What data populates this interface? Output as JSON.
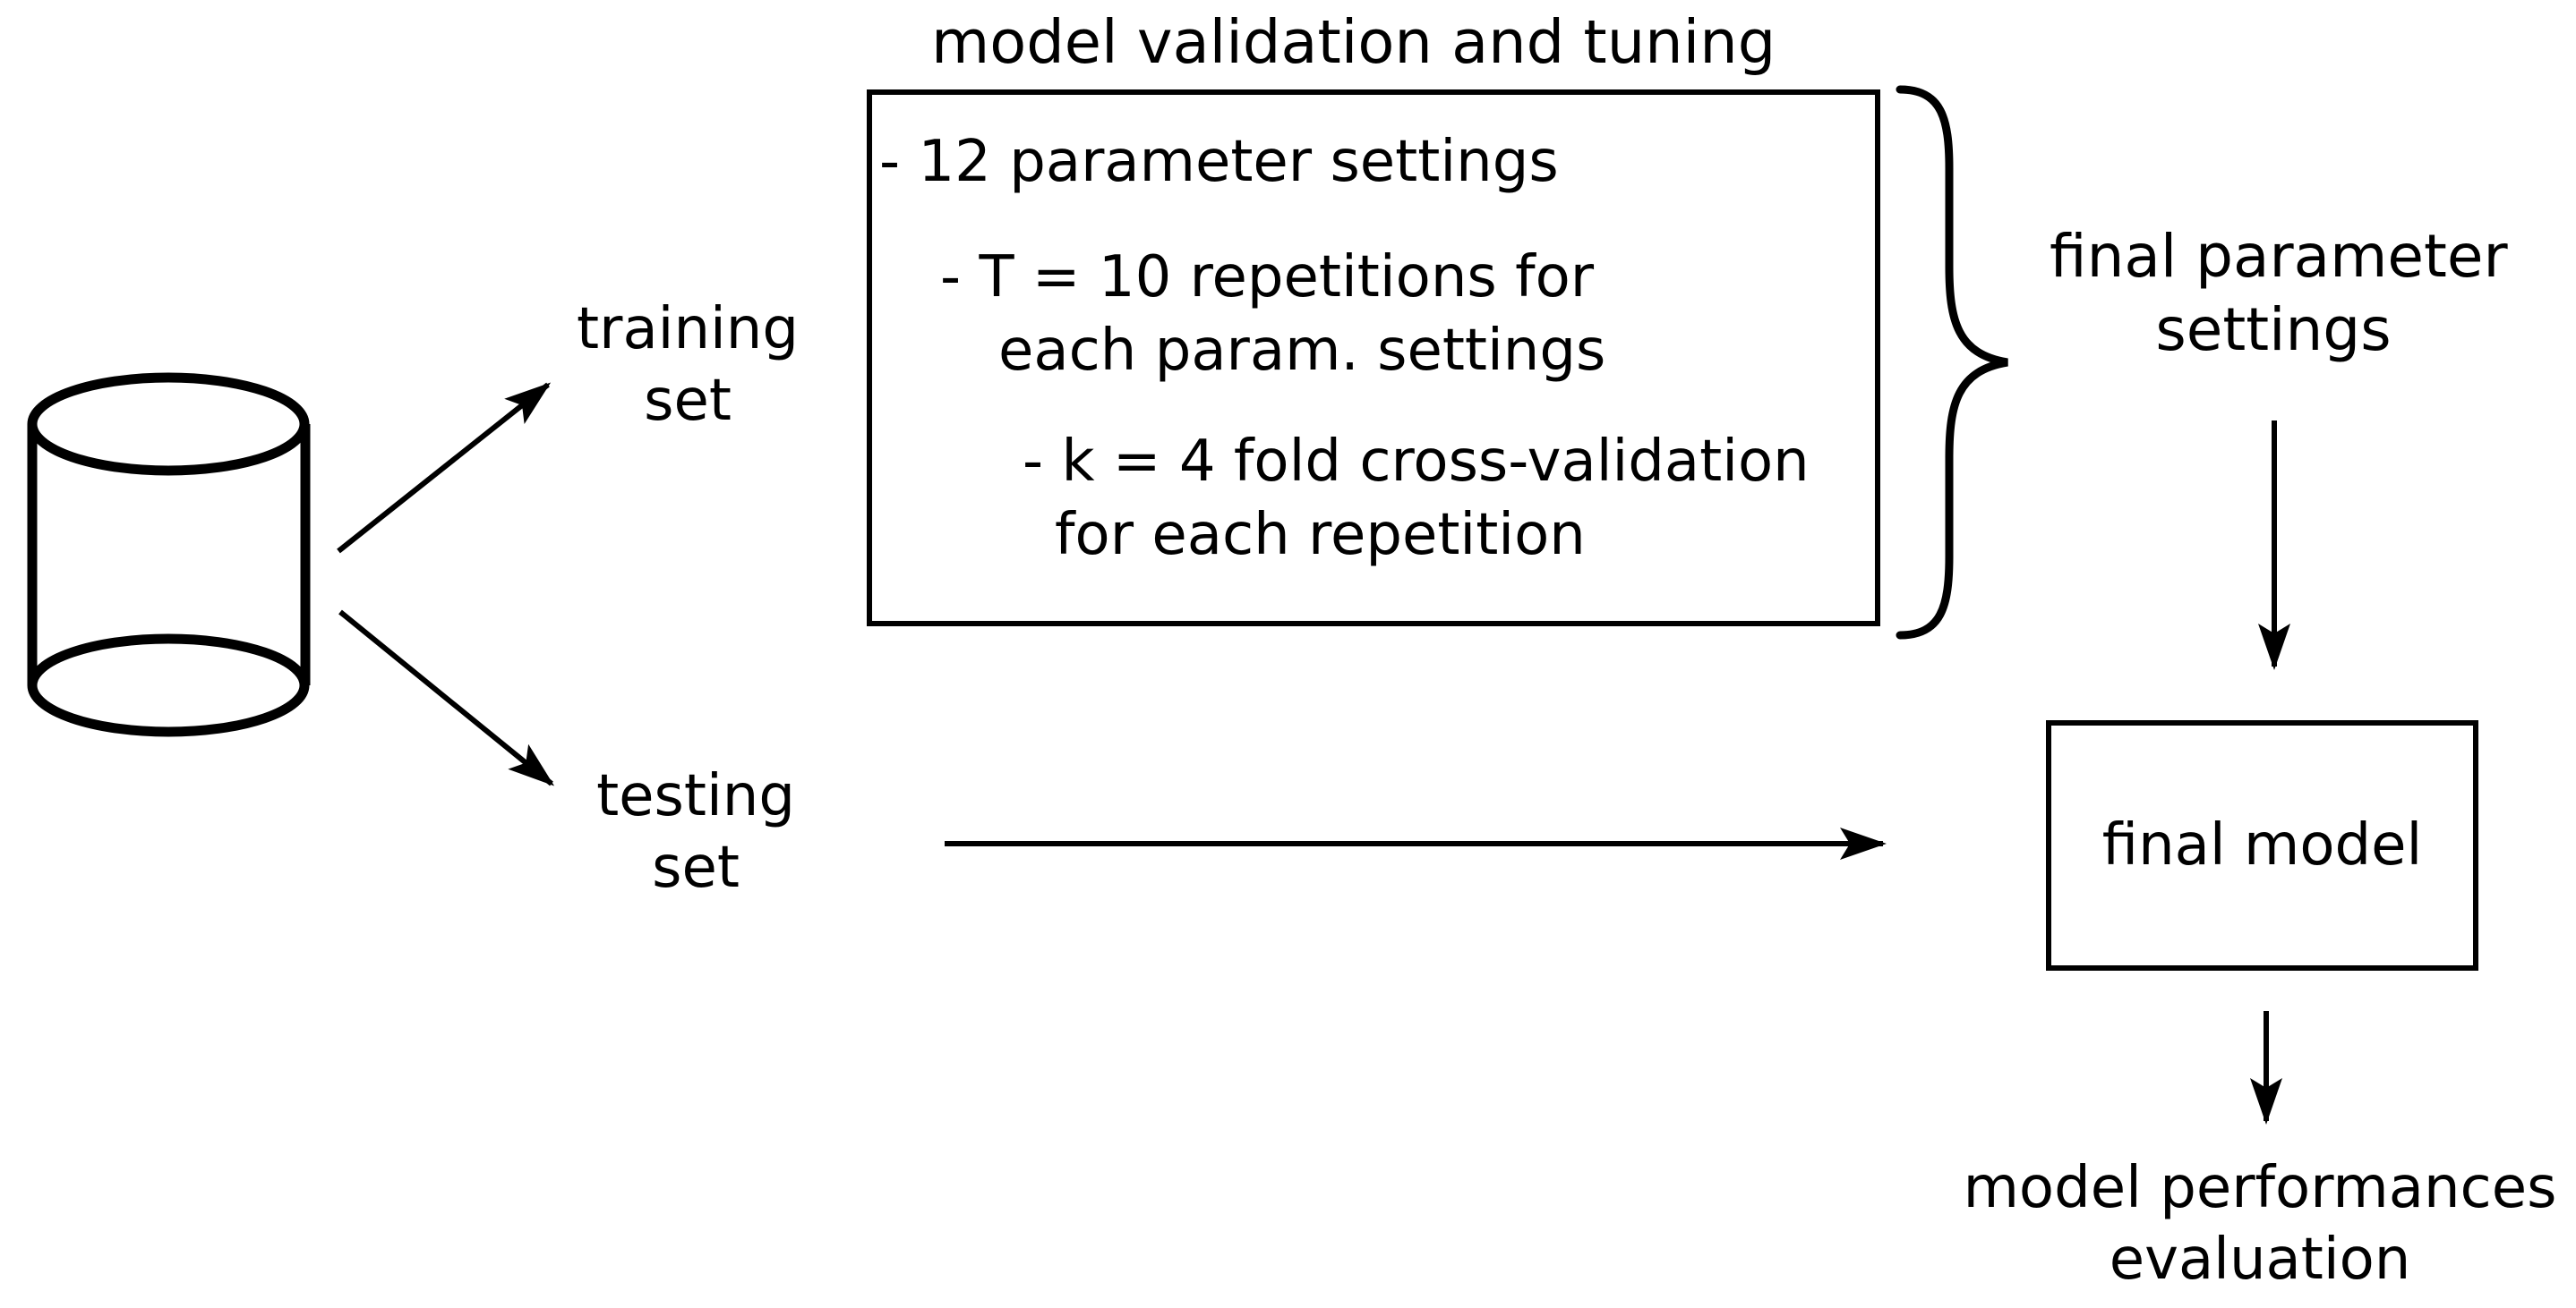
{
  "title": "model validation and tuning",
  "dataset": {
    "icon": "database-cylinder-icon"
  },
  "training_set": {
    "line1": "training",
    "line2": "set"
  },
  "testing_set": {
    "line1": "testing",
    "line2": "set"
  },
  "validation_box": {
    "bullet1": "- 12 parameter settings",
    "bullet2_line1": "- T = 10 repetitions for",
    "bullet2_line2": "each param. settings",
    "bullet3_line1": "- k = 4 fold cross-validation",
    "bullet3_line2": "for each repetition"
  },
  "final_parameter_settings": {
    "line1": "final parameter",
    "line2": "settings"
  },
  "final_model": {
    "label": "final model"
  },
  "evaluation": {
    "line1": "model performances",
    "line2": "evaluation"
  },
  "colors": {
    "ink": "#000000",
    "background": "#ffffff"
  }
}
